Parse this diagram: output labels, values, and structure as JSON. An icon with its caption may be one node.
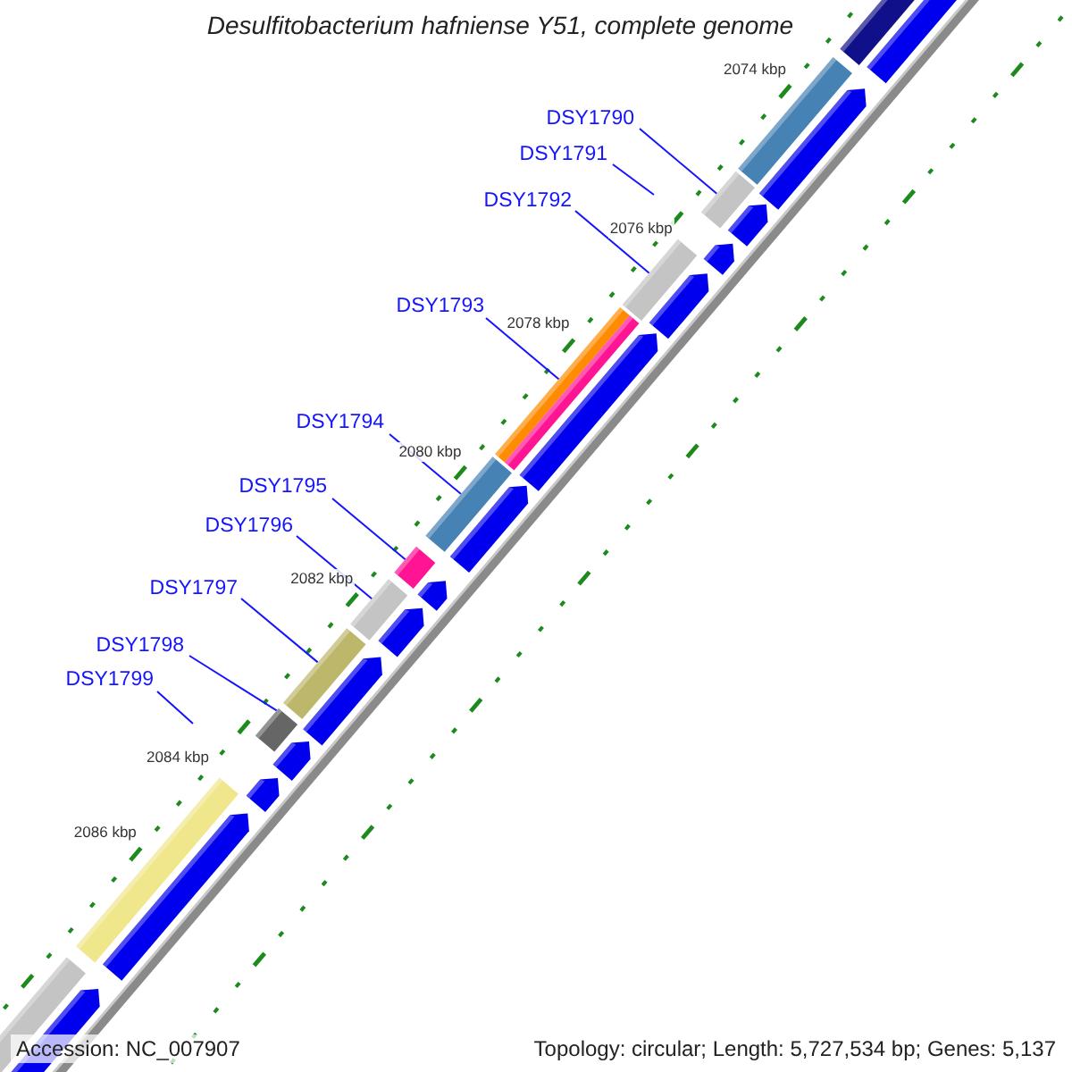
{
  "diagram": {
    "title": "Desulfitobacterium hafniense Y51, complete genome",
    "nodes": [
      {
        "text": [
          "DSY1790"
        ]
      },
      {
        "text": [
          "DSY1791"
        ]
      },
      {
        "text": [
          "DSY1792"
        ]
      },
      {
        "text": [
          "DSY1793"
        ]
      },
      {
        "text": [
          "DSY1794"
        ]
      },
      {
        "text": [
          "DSY1795"
        ]
      },
      {
        "text": [
          "DSY1796"
        ]
      },
      {
        "text": [
          "DSY1797"
        ]
      },
      {
        "text": [
          "DSY1798"
        ]
      },
      {
        "text": [
          "DSY1799"
        ]
      },
      {
        "text": [],
        "shape": "bar"
      },
      {
        "text": [],
        "shape": "bar"
      },
      {
        "text": [],
        "shape": "bar"
      },
      {
        "text": [],
        "shape": "bar"
      },
      {
        "text": [],
        "shape": "bar"
      },
      {
        "text": [],
        "shape": "bar"
      },
      {
        "text": [],
        "shape": "bar"
      },
      {
        "text": [],
        "shape": "bar"
      },
      {
        "text": [],
        "shape": "bar"
      },
      {
        "text": [],
        "shape": "bar"
      },
      {
        "text": [],
        "shape": "bar"
      },
      {
        "text": [],
        "shape": "bar"
      },
      {
        "text": [],
        "shape": "bar"
      }
    ],
    "edges": [
      {
        "from": 0,
        "to": 12,
        "arrow": "none"
      },
      {
        "from": 1,
        "to": null,
        "arrow": "none"
      },
      {
        "from": 2,
        "to": 13,
        "arrow": "none"
      },
      {
        "from": 3,
        "to": 14,
        "arrow": "none"
      },
      {
        "from": 4,
        "to": 16,
        "arrow": "none"
      },
      {
        "from": 5,
        "to": 17,
        "arrow": "none"
      },
      {
        "from": 6,
        "to": 18,
        "arrow": "none"
      },
      {
        "from": 7,
        "to": 19,
        "arrow": "none"
      },
      {
        "from": 8,
        "to": 20,
        "arrow": "none"
      },
      {
        "from": 9,
        "to": null,
        "arrow": "none"
      }
    ],
    "labels": [
      "2074 kbp",
      "2076 kbp",
      "2078 kbp",
      "2080 kbp",
      "2082 kbp",
      "2084 kbp",
      "2086 kbp",
      "Accession: NC_007907",
      "Topology: circular; Length: 5,727,534 bp; Genes: 5,137"
    ]
  }
}
